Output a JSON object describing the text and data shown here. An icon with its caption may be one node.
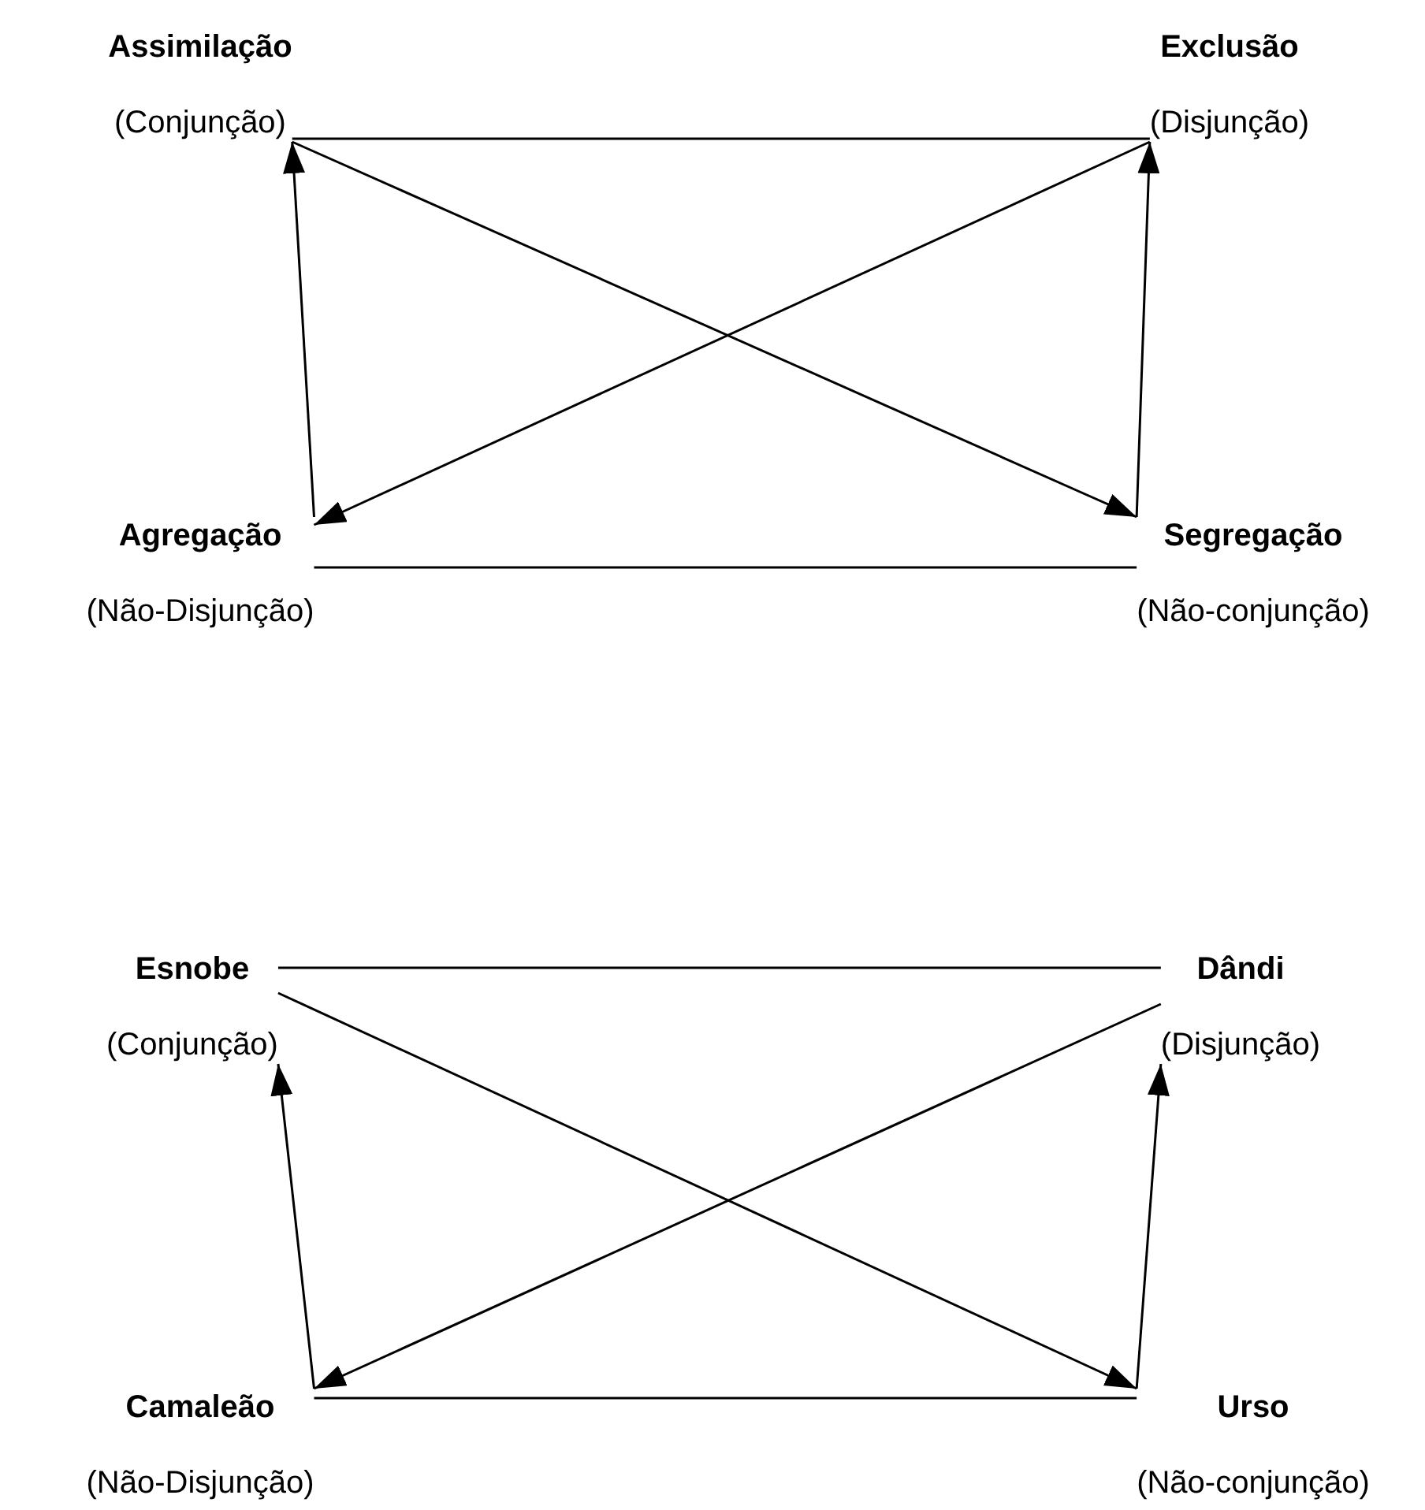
{
  "diagram": {
    "nodes": [
      {
        "text": [
          "Assimilação",
          "(Conjunção)"
        ]
      },
      {
        "text": [
          "Exclusão",
          "(Disjunção)"
        ]
      },
      {
        "text": [
          "Agregação",
          "(Não-Disjunção)"
        ]
      },
      {
        "text": [
          "Segregação",
          "(Não-conjunção)"
        ]
      },
      {
        "text": [
          "Esnobe",
          "(Conjunção)"
        ]
      },
      {
        "text": [
          "Dândi",
          "(Disjunção)"
        ]
      },
      {
        "text": [
          "Camaleão",
          "(Não-Disjunção)"
        ]
      },
      {
        "text": [
          "Urso",
          "(Não-conjunção)"
        ]
      }
    ],
    "edges": [
      {
        "from": 0,
        "to": 1,
        "arrow": "none"
      },
      {
        "from": 0,
        "to": 3,
        "arrow": "to"
      },
      {
        "from": 1,
        "to": 2,
        "arrow": "to"
      },
      {
        "from": 2,
        "to": 0,
        "arrow": "to"
      },
      {
        "from": 3,
        "to": 1,
        "arrow": "to"
      },
      {
        "from": 2,
        "to": 3,
        "arrow": "none"
      },
      {
        "from": 4,
        "to": 5,
        "arrow": "none"
      },
      {
        "from": 4,
        "to": 7,
        "arrow": "to"
      },
      {
        "from": 5,
        "to": 6,
        "arrow": "to"
      },
      {
        "from": 6,
        "to": 4,
        "arrow": "to"
      },
      {
        "from": 7,
        "to": 5,
        "arrow": "to"
      },
      {
        "from": 6,
        "to": 7,
        "arrow": "none"
      }
    ]
  }
}
